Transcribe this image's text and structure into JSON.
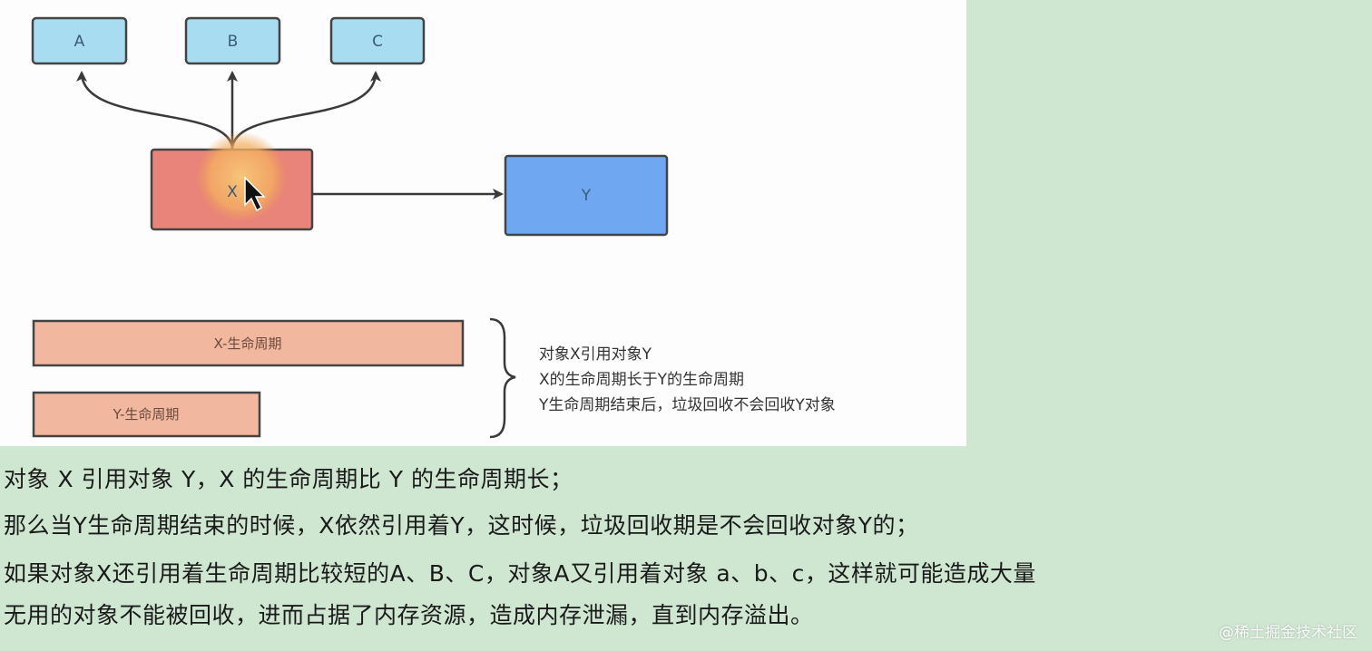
{
  "diagram": {
    "nodes": {
      "a": "A",
      "b": "B",
      "c": "C",
      "x": "X",
      "y": "Y"
    },
    "bars": {
      "x_lifecycle": "X-生命周期",
      "y_lifecycle": "Y-生命周期"
    },
    "notes": [
      "对象X引用对象Y",
      "X的生命周期长于Y的生命周期",
      "Y生命周期结束后，垃圾回收不会回收Y对象"
    ],
    "colors": {
      "small_node_fill": "#a8dcf0",
      "x_node_fill": "#e8847a",
      "y_node_fill": "#6fa8f0",
      "bar_fill": "#f2b89f",
      "highlight": "#f5c86a"
    }
  },
  "text": {
    "line1": "对象 X 引用对象 Y，X 的生命周期比 Y 的生命周期长；",
    "line2": "那么当Y生命周期结束的时候，X依然引用着Y，这时候，垃圾回收期是不会回收对象Y的；",
    "line3": "如果对象X还引用着生命周期比较短的A、B、C，对象A又引用着对象 a、b、c，这样就可能造成大量",
    "line4": "无用的对象不能被回收，进而占据了内存资源，造成内存泄漏，直到内存溢出。"
  },
  "watermark": "@稀土掘金技术社区"
}
